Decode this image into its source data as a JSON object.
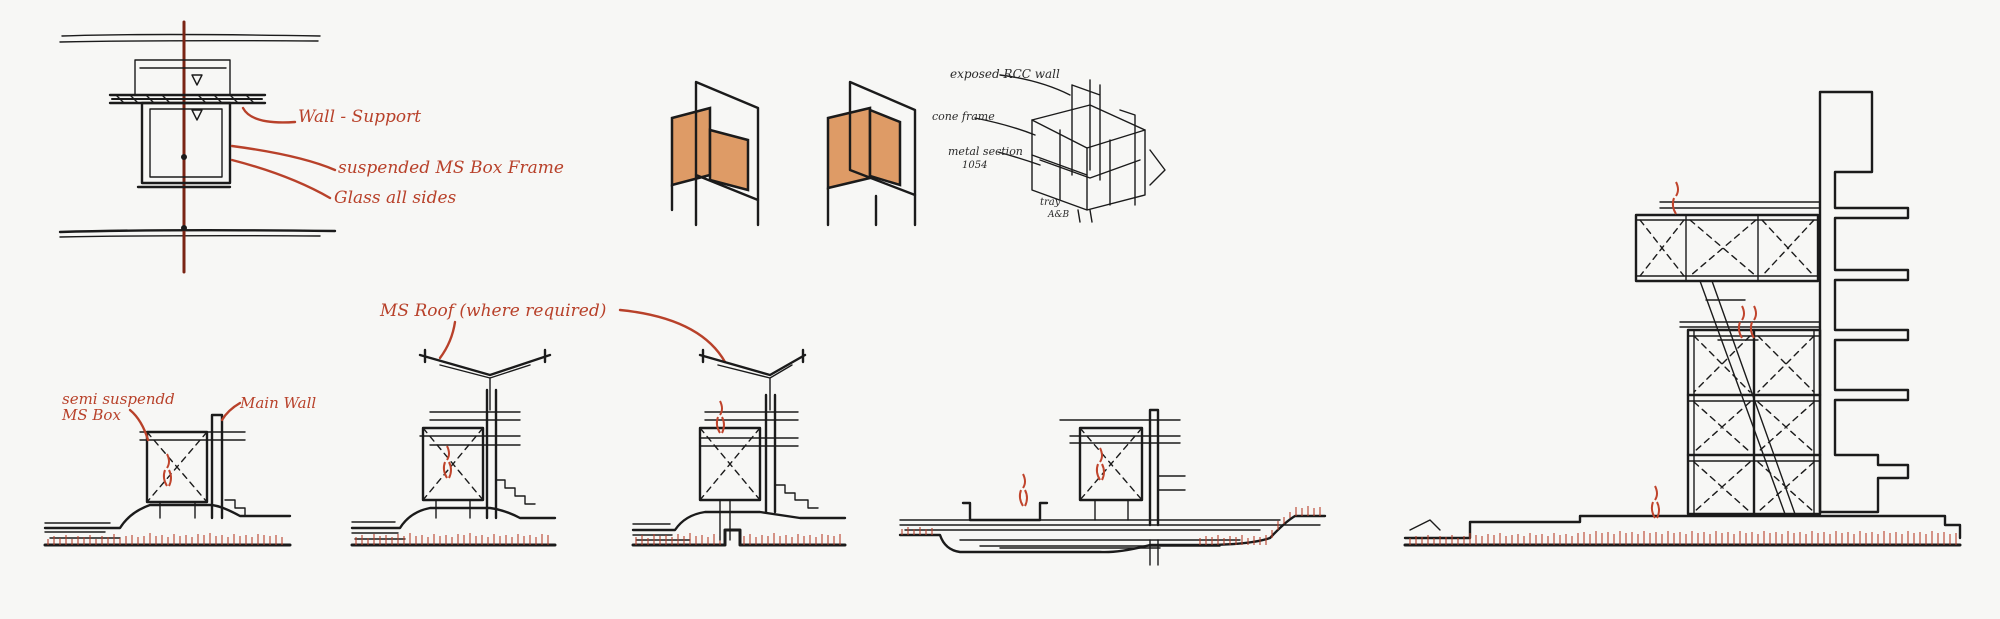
{
  "labels": {
    "wall_support": "Wall - Support",
    "suspended_box": "suspended MS Box Frame",
    "glass_sides": "Glass all sides",
    "exposed_rcc": "exposed RCC wall",
    "cone_frame": "cone frame",
    "metal_section": "metal section",
    "metal_section_sub": "1054",
    "tray_lbl": "tray",
    "tray_sub": "A&B",
    "ms_roof": "MS Roof (where required)",
    "semi_suspended_1": "semi suspendd",
    "semi_suspended_2": "MS Box",
    "main_wall": "Main Wall"
  },
  "colors": {
    "ink": "#1b1b1b",
    "annotation_red": "#b8412a",
    "infill_orange": "#d98b4c",
    "paper": "#f7f7f5"
  }
}
